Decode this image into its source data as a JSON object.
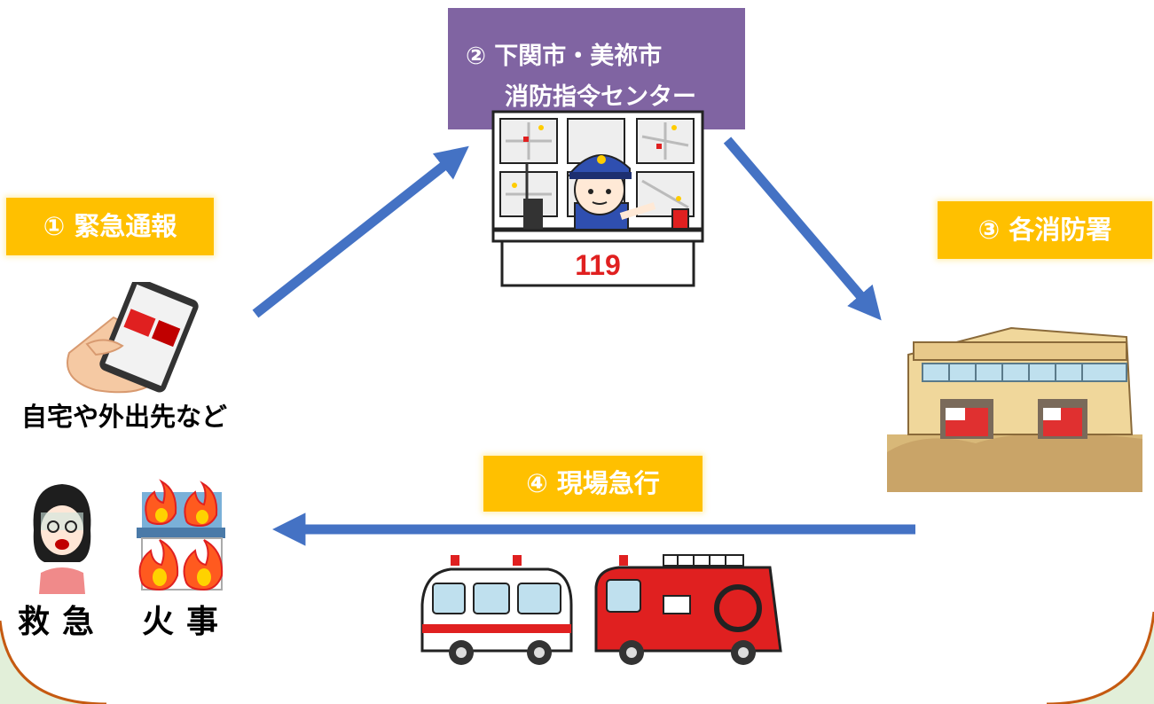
{
  "steps": {
    "step1": {
      "label": "① 緊急通報"
    },
    "step2": {
      "line1": "② 下関市・美祢市",
      "line2": "消防指令センター"
    },
    "step3": {
      "label": "③ 各消防署"
    },
    "step4": {
      "label": "④ 現場急行"
    }
  },
  "caller_location": "自宅や外出先など",
  "incidents": {
    "emergency": "救急",
    "fire": "火事"
  },
  "dispatch_sign": "119",
  "colors": {
    "label_bg": "#ffc000",
    "center_bg": "#8064a2",
    "arrow": "#4472c4",
    "background_curve": "#e2efd9",
    "curve_border": "#c55a11"
  },
  "icons": [
    "smartphone-hand-icon",
    "dispatcher-icon",
    "fire-station-icon",
    "patient-icon",
    "burning-house-icon",
    "ambulance-icon",
    "fire-engine-icon"
  ]
}
